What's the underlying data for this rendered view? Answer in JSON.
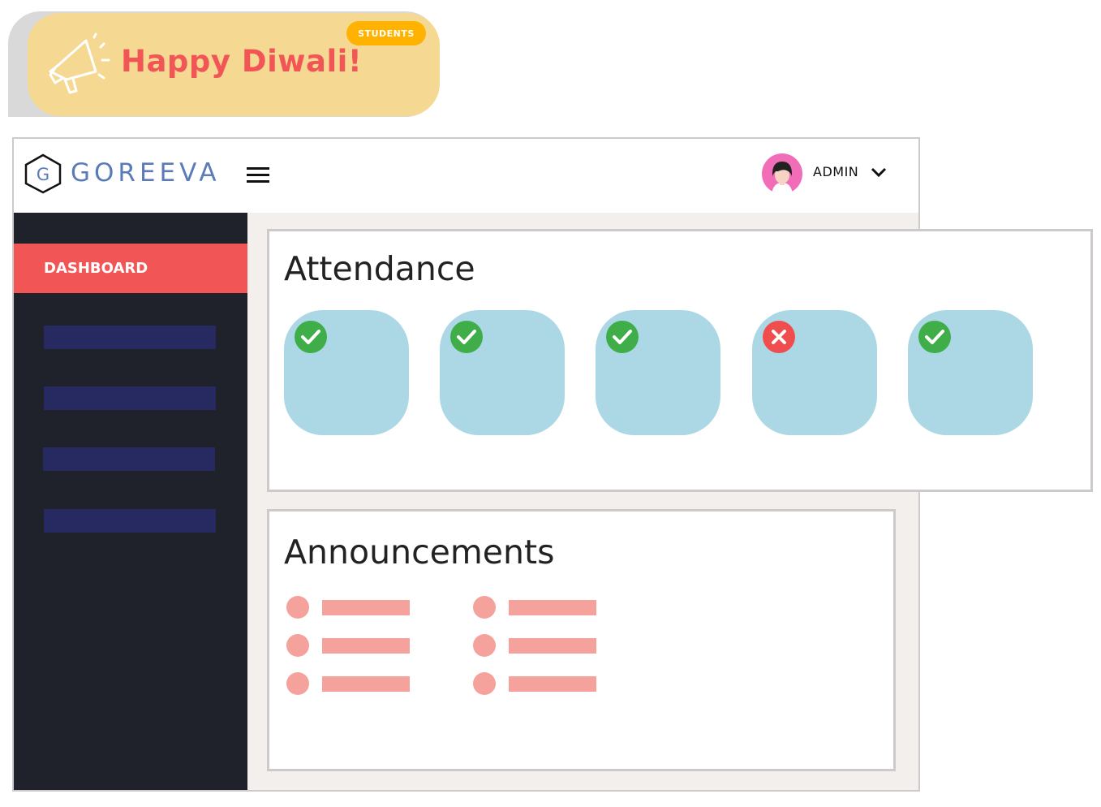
{
  "banner": {
    "title": "Happy Diwali!",
    "badge": "STUDENTS",
    "icon": "megaphone-icon",
    "background": "#f5d892",
    "title_color": "#f25555",
    "badge_color": "#ffb300"
  },
  "header": {
    "logo_text": "GOREEVA",
    "logo_icon": "hexagon-g-logo",
    "menu_icon": "hamburger-icon",
    "user_label": "ADMIN",
    "user_icon": "avatar",
    "dropdown_icon": "chevron-down-icon"
  },
  "sidebar": {
    "active_item": "DASHBOARD",
    "placeholder_items": 4,
    "background": "#1f222b",
    "active_color": "#f25555"
  },
  "attendance": {
    "title": "Attendance",
    "days": [
      {
        "status": "present"
      },
      {
        "status": "present"
      },
      {
        "status": "present"
      },
      {
        "status": "absent"
      },
      {
        "status": "present"
      }
    ],
    "present_color": "#3fae49",
    "absent_color": "#f04e4e",
    "tile_color": "#acd8e5"
  },
  "announcements": {
    "title": "Announcements",
    "columns": 2,
    "items_per_column": 3,
    "accent": "#f5a29c"
  }
}
